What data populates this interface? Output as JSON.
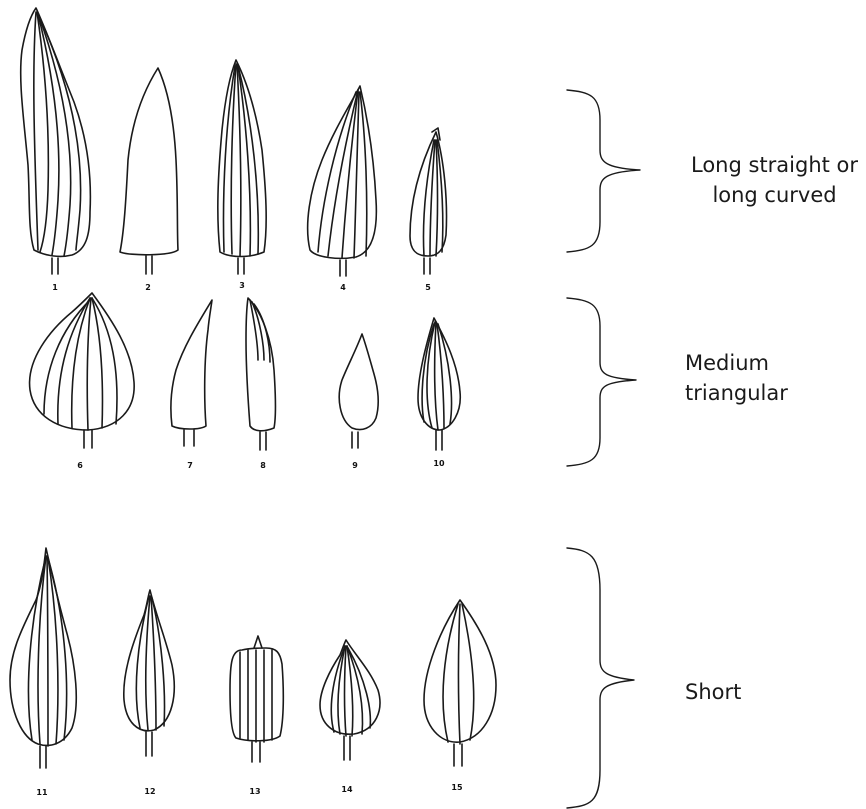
{
  "groups": [
    {
      "label_line1": "Long straight or",
      "label_line2": "long curved",
      "figures": [
        "1",
        "2",
        "3",
        "4",
        "5"
      ]
    },
    {
      "label_line1": "Medium",
      "label_line2": "triangular",
      "figures": [
        "6",
        "7",
        "8",
        "9",
        "10"
      ]
    },
    {
      "label_line1": "Short",
      "label_line2": "",
      "figures": [
        "11",
        "12",
        "13",
        "14",
        "15"
      ]
    }
  ],
  "colors": {
    "ink": "#1a1a1a",
    "background": "#ffffff"
  }
}
